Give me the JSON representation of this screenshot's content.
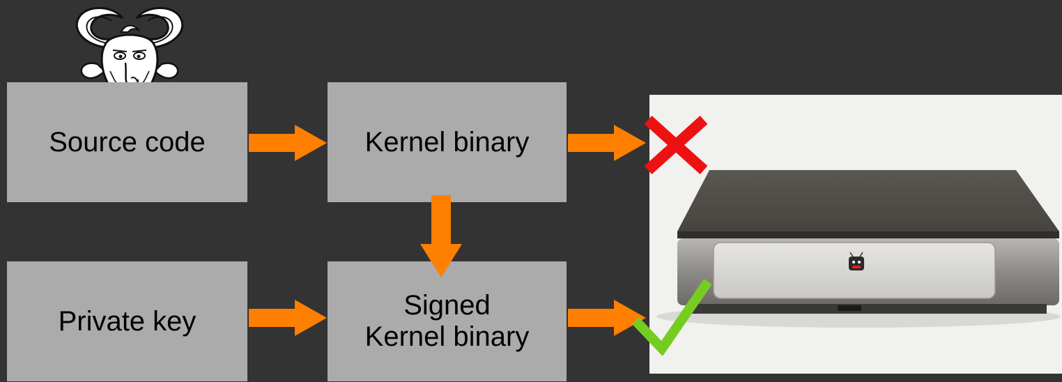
{
  "boxes": {
    "source_code": "Source code",
    "kernel_binary": "Kernel binary",
    "private_key": "Private key",
    "signed_kernel_binary": {
      "line1": "Signed",
      "line2": "Kernel binary"
    }
  },
  "colors": {
    "background": "#333333",
    "box_fill": "#ababab",
    "box_text": "#000000",
    "arrow": "#ff7f00",
    "cross_mark": "#ee1111",
    "check_mark": "#77cc22",
    "photo_background": "#f1f1ef"
  },
  "icons": {
    "logo": "gnu-head-icon",
    "rejected": "red-cross-icon",
    "accepted": "green-check-icon",
    "device_photo": "set-top-box-photo"
  }
}
